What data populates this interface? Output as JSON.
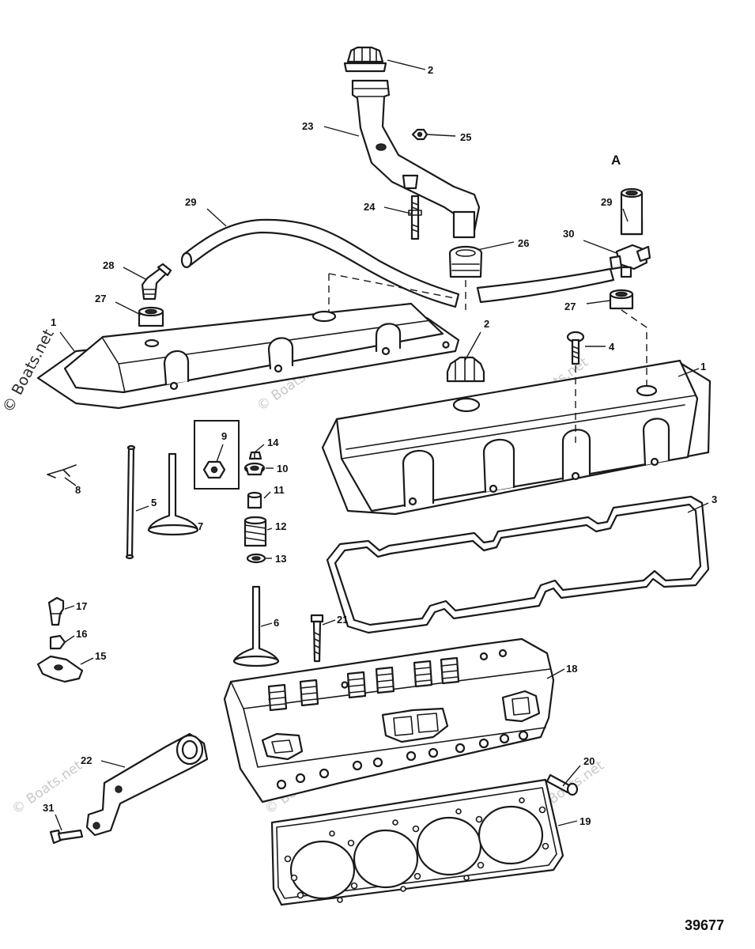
{
  "diagram": {
    "section_label": "A",
    "figure_number": "39677",
    "watermark": "© Boats.net",
    "callouts": {
      "c2a": "2",
      "c2b": "2",
      "c23": "23",
      "c25": "25",
      "c29a": "29",
      "c29b": "29",
      "c24": "24",
      "c26": "26",
      "c30": "30",
      "c28": "28",
      "c27a": "27",
      "c27b": "27",
      "c1a": "1",
      "c1b": "1",
      "c4": "4",
      "c3": "3",
      "c9": "9",
      "c14": "14",
      "c10": "10",
      "c11": "11",
      "c12": "12",
      "c13": "13",
      "c8": "8",
      "c5": "5",
      "c7": "7",
      "c6": "6",
      "c21": "21",
      "c17": "17",
      "c16": "16",
      "c15": "15",
      "c18": "18",
      "c22": "22",
      "c20": "20",
      "c31": "31",
      "c19": "19"
    }
  }
}
